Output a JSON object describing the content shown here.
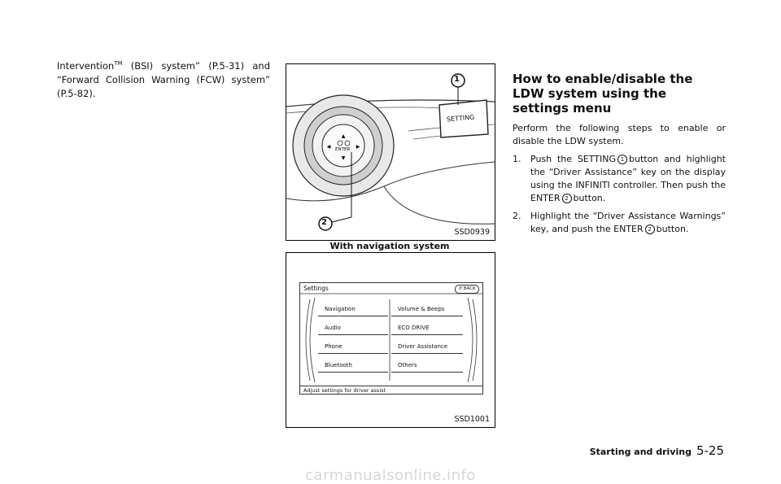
{
  "left_text": {
    "line1_a": "Intervention",
    "line1_tm": "TM",
    "line1_b": " (BSI) system” (P.5-31) and “Forward Collision Warning (FCW) system” (P.5-82)."
  },
  "figure1": {
    "id": "SSD0939",
    "caption": "With navigation system",
    "setting_label": "SETTING",
    "enter_label": "ENTER",
    "callout1": "1",
    "callout2": "2"
  },
  "figure2": {
    "id": "SSD1001",
    "screen_title": "Settings",
    "back_label": "BACK",
    "left_items": [
      "Navigation",
      "Audio",
      "Phone",
      "Bluetooth"
    ],
    "right_items": [
      "Volume & Beeps",
      "ECO DRIVE",
      "Driver Assistance",
      "Others"
    ],
    "status": "Adjust settings for driver assist"
  },
  "section": {
    "heading": "How to enable/disable the LDW system using the settings menu",
    "intro": "Perform the following steps to enable or disable the LDW system.",
    "step1_num": "1.",
    "step1_a": "Push the SETTING",
    "step1_b": "button and highlight the “Driver Assistance” key on the display using the INFINITI controller. Then push the ENTER",
    "step1_c": "button.",
    "step2_num": "2.",
    "step2_a": "Highlight the “Driver Assistance Warnings” key, and push the ENTER",
    "step2_b": "button.",
    "c1": "1",
    "c2": "2"
  },
  "footer": {
    "section": "Starting and driving",
    "page": "5-25"
  },
  "watermark": "carmanualsonline.info"
}
